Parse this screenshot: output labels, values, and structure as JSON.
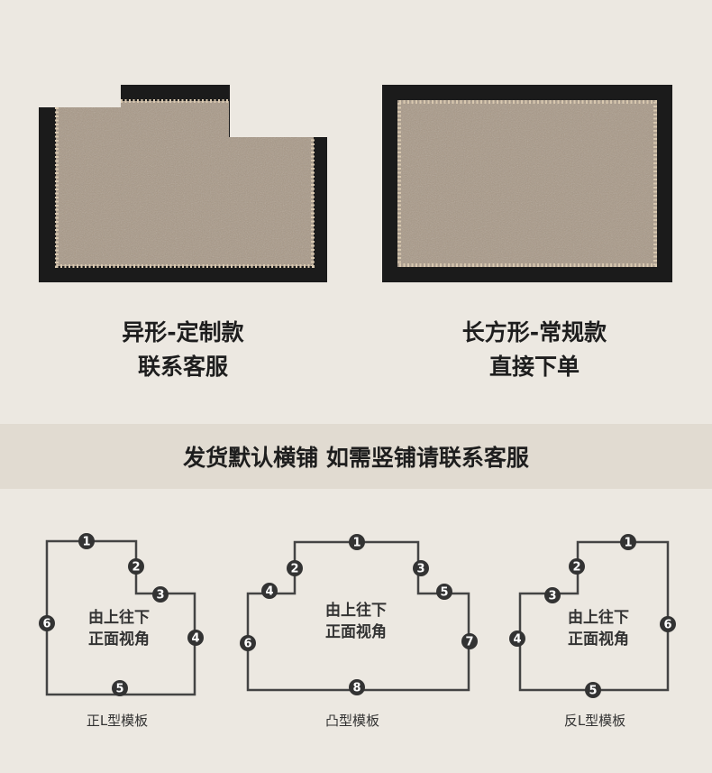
{
  "products": [
    {
      "title": "异形-定制款",
      "subtitle": "联系客服"
    },
    {
      "title": "长方形-常规款",
      "subtitle": "直接下单"
    }
  ],
  "notice": "发货默认横铺 如需竖铺请联系客服",
  "templates": [
    {
      "name": "正L型模板",
      "inner_line1": "由上往下",
      "inner_line2": "正面视角",
      "markers": [
        "1",
        "2",
        "3",
        "4",
        "5",
        "6"
      ]
    },
    {
      "name": "凸型模板",
      "inner_line1": "由上往下",
      "inner_line2": "正面视角",
      "markers": [
        "1",
        "2",
        "3",
        "4",
        "5",
        "6",
        "7",
        "8"
      ]
    },
    {
      "name": "反L型模板",
      "inner_line1": "由上往下",
      "inner_line2": "正面视角",
      "markers": [
        "1",
        "2",
        "3",
        "4",
        "5",
        "6"
      ]
    }
  ],
  "colors": {
    "background": "#ece8e1",
    "border": "#1b1b1b",
    "rug": "#a89886",
    "band": "#e1dbd1"
  }
}
